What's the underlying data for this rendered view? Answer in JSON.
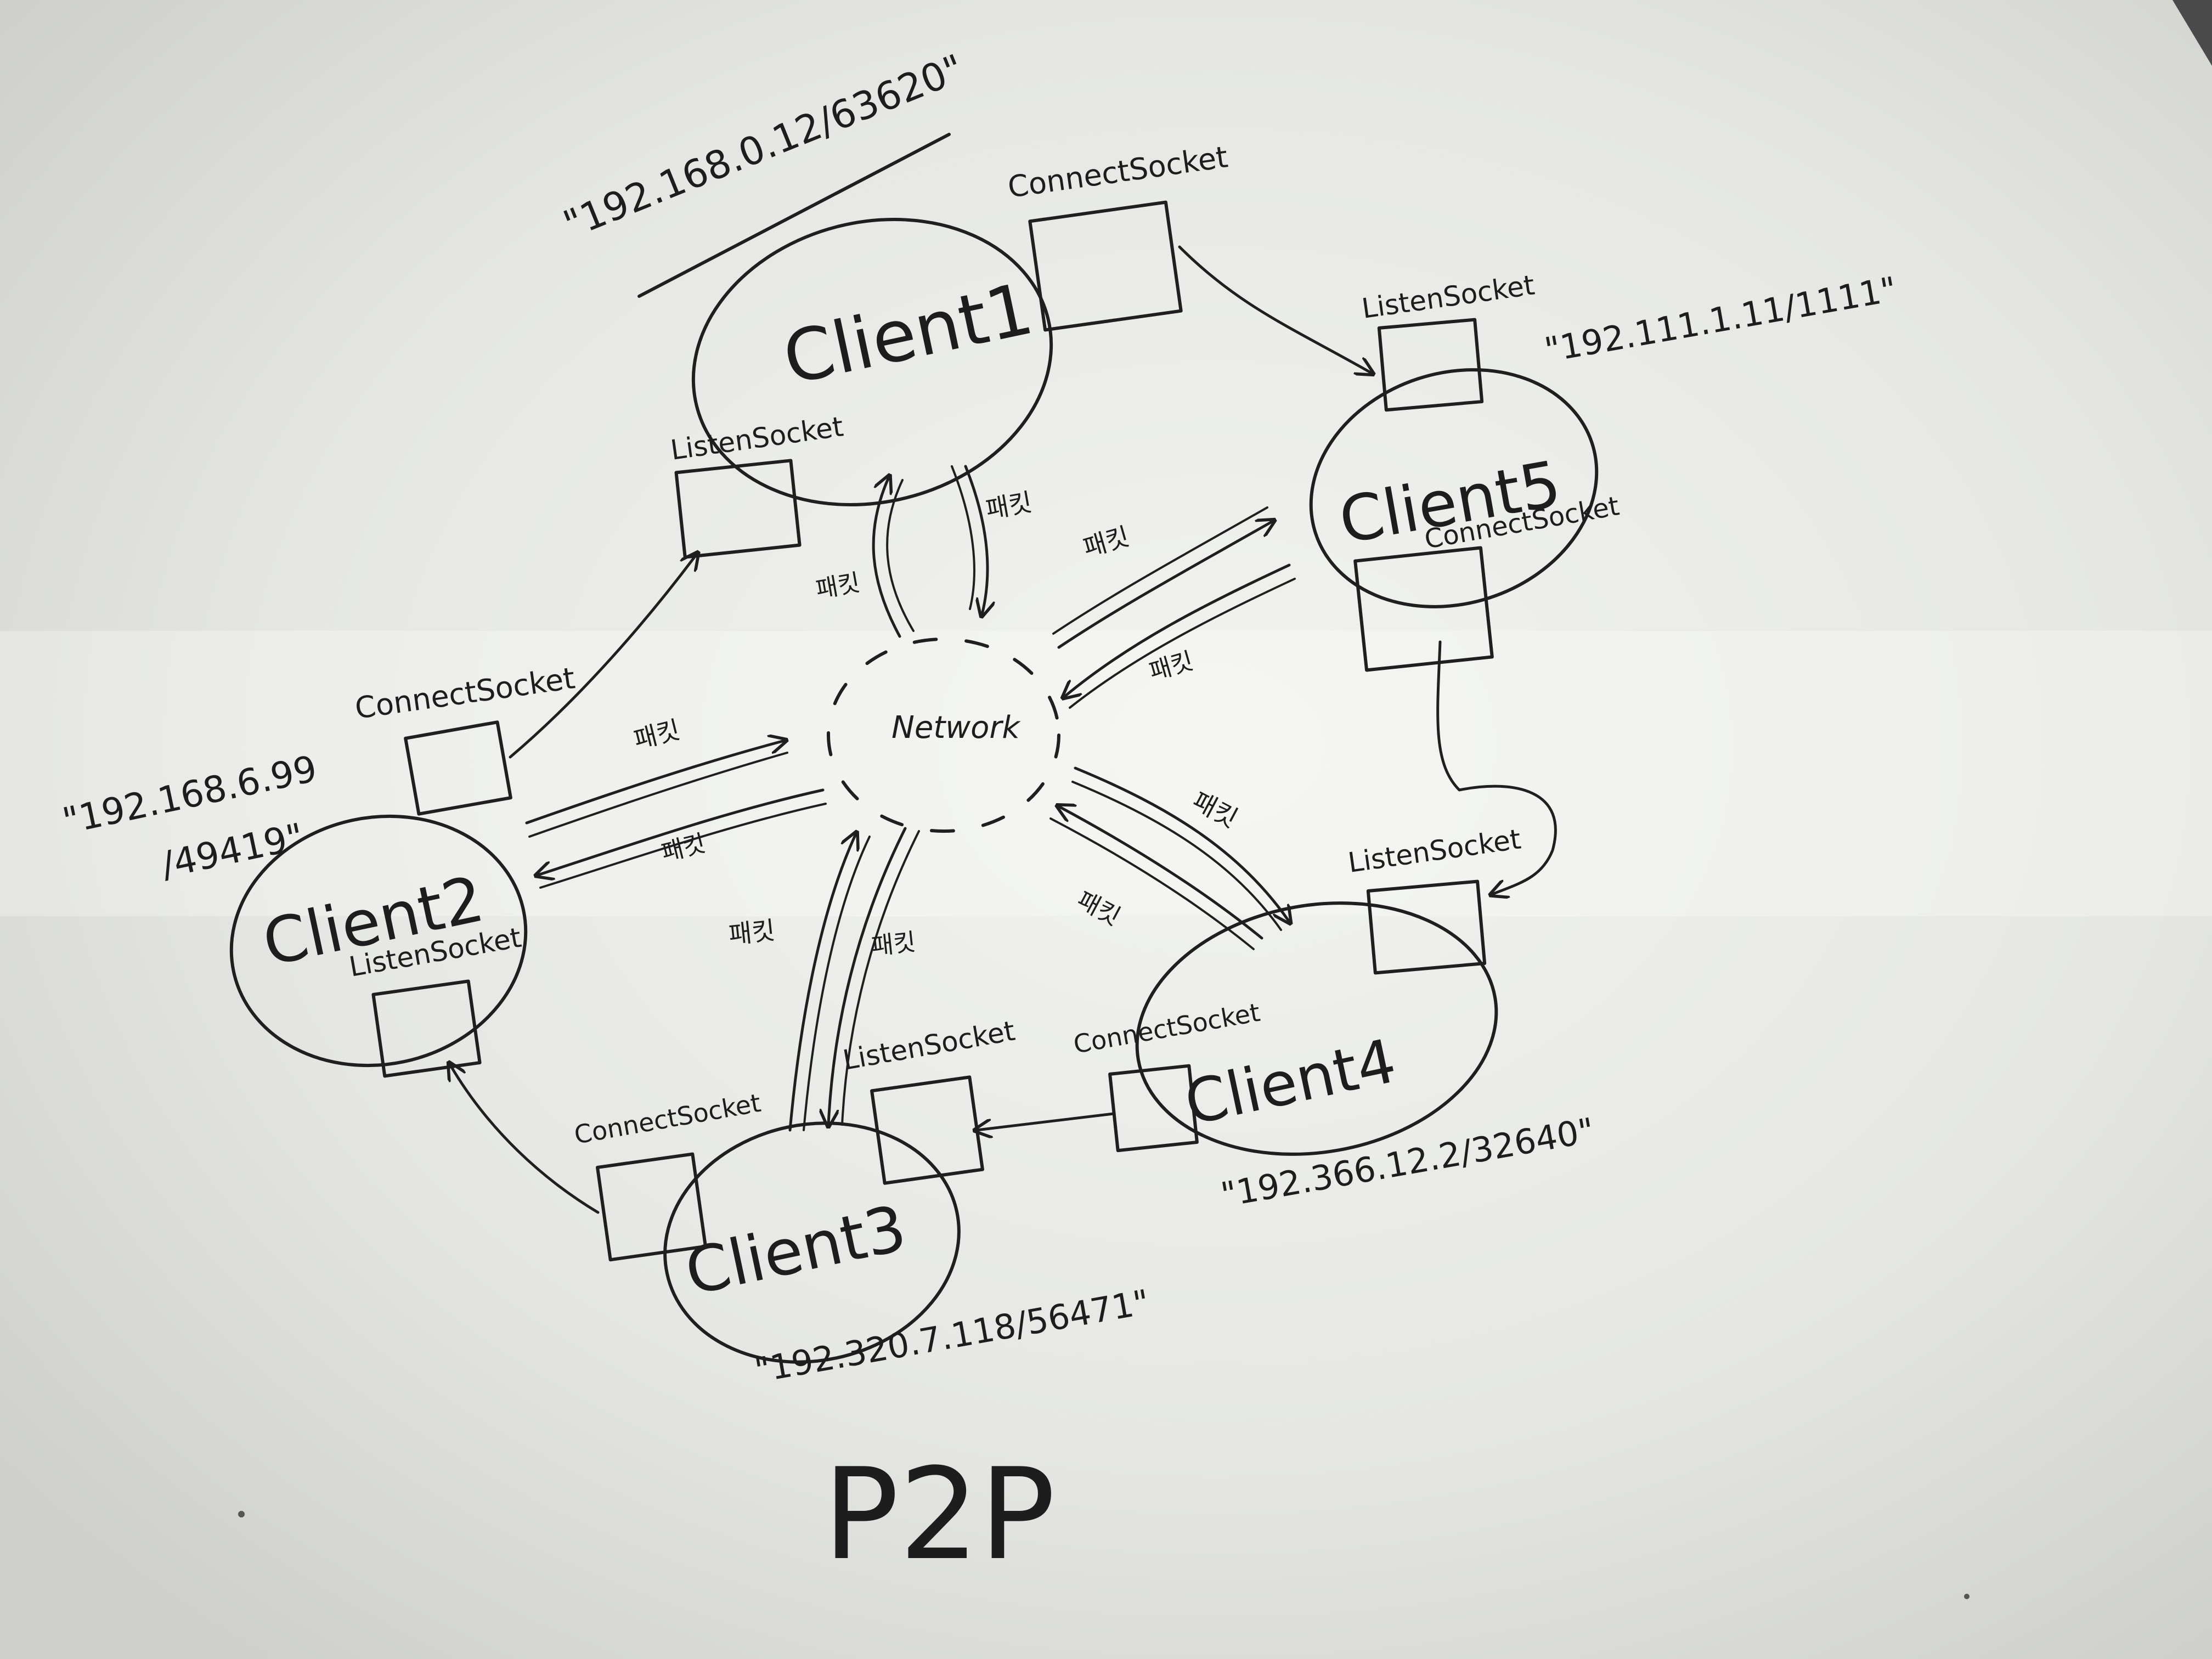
{
  "board": {
    "background": "#e4e5e2",
    "ink": "#1f1f1f"
  },
  "title": "P2P",
  "network": {
    "label": "Network"
  },
  "clients": [
    {
      "name": "Client1",
      "address": "\"192.168.0.12/63620\"",
      "connect_label": "ConnectSocket",
      "listen_label": "ListenSocket"
    },
    {
      "name": "Client2",
      "address_line1": "\"192.168.6.99",
      "address_line2": "/49419\"",
      "connect_label": "ConnectSocket",
      "listen_label": "ListenSocket"
    },
    {
      "name": "Client3",
      "address": "\"192.320.7.118/56471\"",
      "connect_label": "ConnectSocket",
      "listen_label": "ListenSocket"
    },
    {
      "name": "Client4",
      "address": "\"192.366.12.2/32640\"",
      "connect_label": "ConnectSocket",
      "listen_label": "ListenSocket"
    },
    {
      "name": "Client5",
      "address": "\"192.111.1.11/1111\"",
      "connect_label": "ConnectSocket",
      "listen_label": "ListenSocket"
    }
  ],
  "arrow_labels": {
    "c1_out": "패킷",
    "c1_in": "패킷",
    "c5_out": "패킷",
    "c5_in": "패킷",
    "c2_out": "패킷",
    "c2_in": "패킷",
    "c3_out": "패킷",
    "c3_in": "패킷",
    "c4_out": "패킷",
    "c4_in": "패킷"
  }
}
